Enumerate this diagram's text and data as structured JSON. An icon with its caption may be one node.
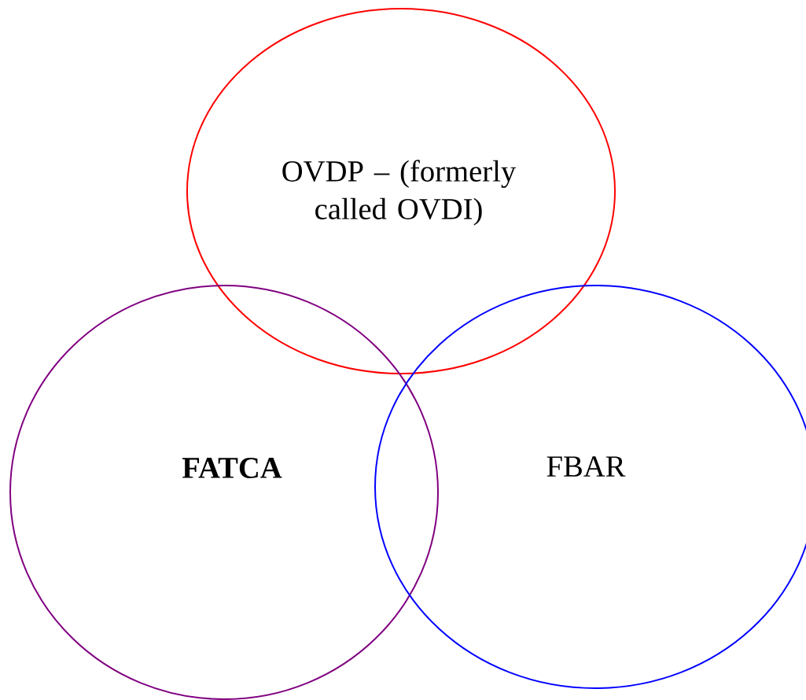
{
  "diagram": {
    "nodes": [
      {
        "text": [
          "OVDP – (formerly called OVDI)"
        ]
      },
      {
        "text": [
          "FATCA"
        ]
      },
      {
        "text": [
          "FBAR"
        ]
      }
    ]
  }
}
